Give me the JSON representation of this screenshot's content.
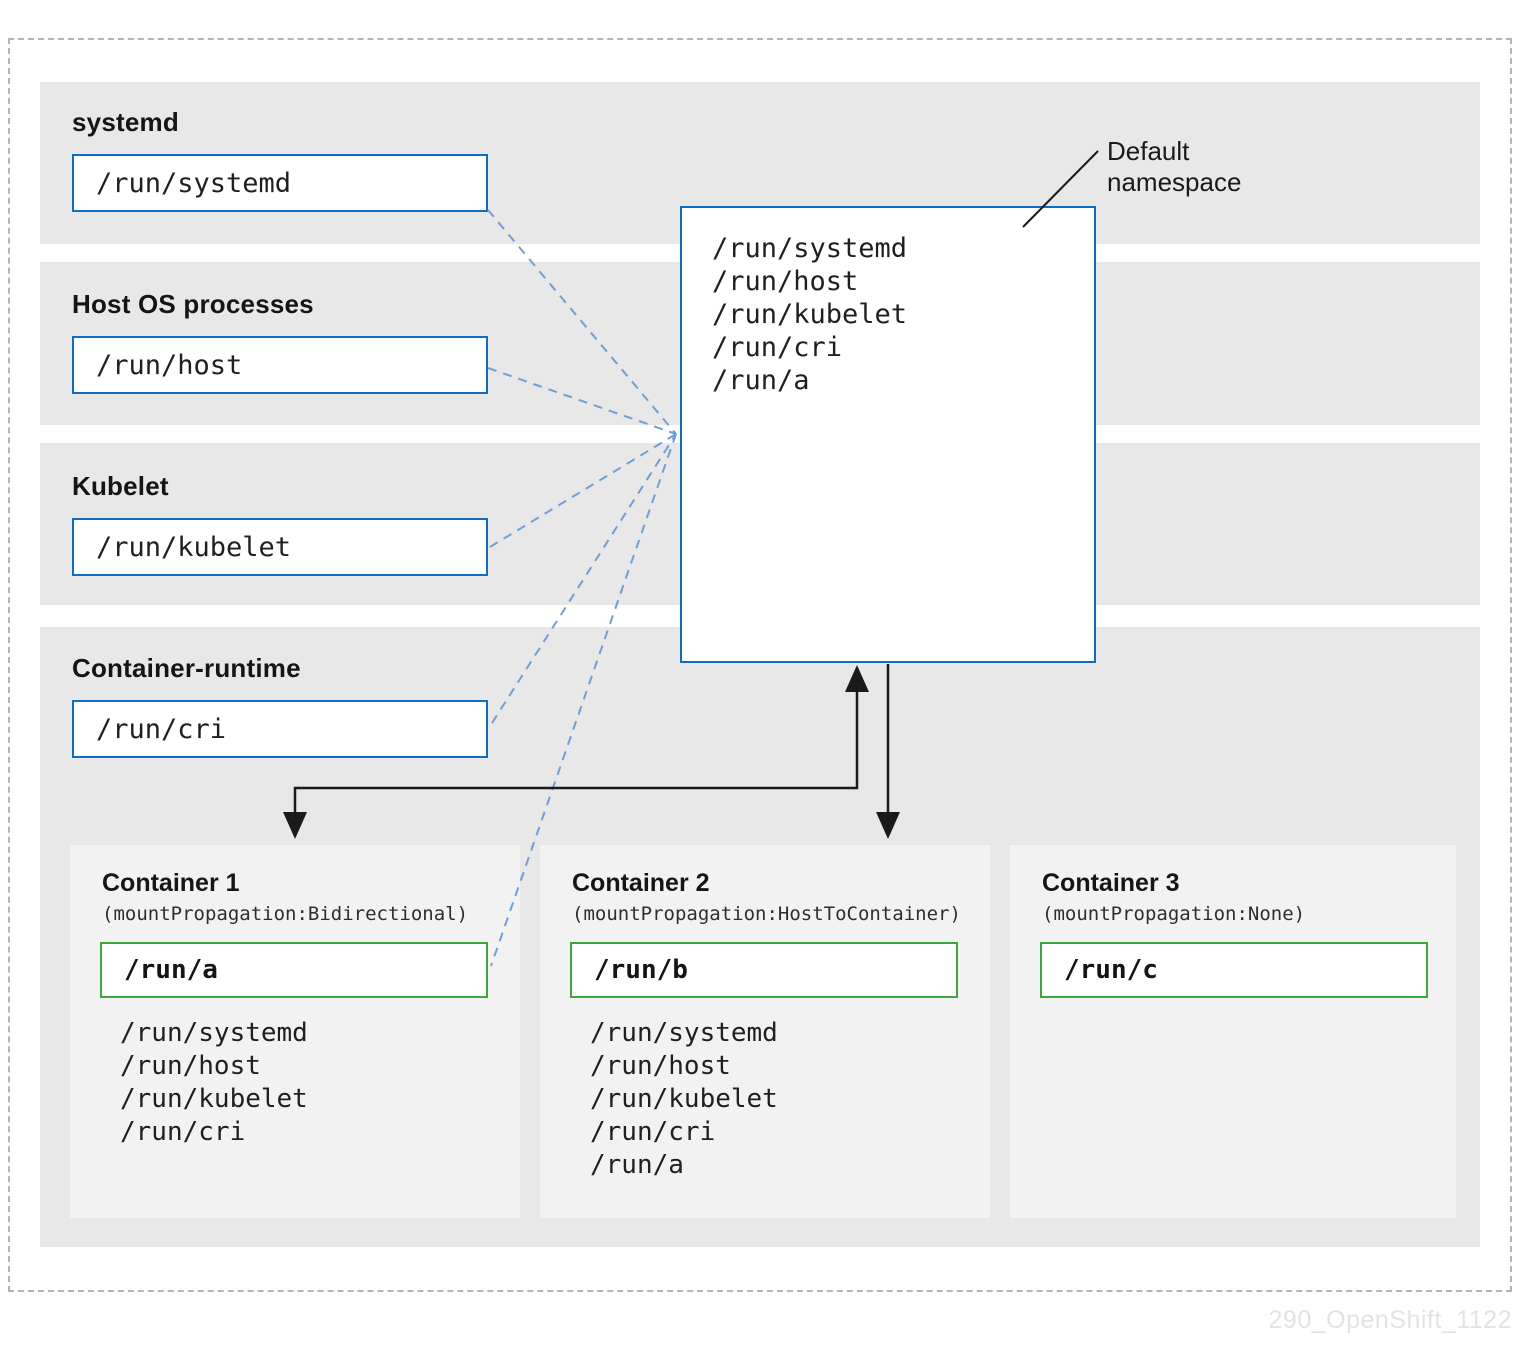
{
  "watermark": "290_OpenShift_1122",
  "annotation": {
    "line1": "Default",
    "line2": "namespace"
  },
  "namespace_box": {
    "mounts": [
      "/run/systemd",
      "/run/host",
      "/run/kubelet",
      "/run/cri",
      "/run/a"
    ]
  },
  "sections": [
    {
      "title": "systemd",
      "mount": "/run/systemd"
    },
    {
      "title": "Host OS processes",
      "mount": "/run/host"
    },
    {
      "title": "Kubelet",
      "mount": "/run/kubelet"
    },
    {
      "title": "Container-runtime",
      "mount": "/run/cri"
    }
  ],
  "containers": [
    {
      "title": "Container 1",
      "propagation": "(mountPropagation:Bidirectional)",
      "volume": "/run/a",
      "mounts": [
        "/run/systemd",
        "/run/host",
        "/run/kubelet",
        "/run/cri"
      ]
    },
    {
      "title": "Container 2",
      "propagation": "(mountPropagation:HostToContainer)",
      "volume": "/run/b",
      "mounts": [
        "/run/systemd",
        "/run/host",
        "/run/kubelet",
        "/run/cri",
        "/run/a"
      ]
    },
    {
      "title": "Container 3",
      "propagation": "(mountPropagation:None)",
      "volume": "/run/c",
      "mounts": []
    }
  ],
  "colors": {
    "band": "#e8e8e8",
    "card": "#f2f2f2",
    "blue_border": "#0d6dc8",
    "green_border": "#3da639",
    "dashed_link": "#6f9ed9",
    "arrow": "#1a1a1a",
    "text": "#151515",
    "mono_text": "#1f1f1f",
    "watermark": "#e3e3e5",
    "frame_border": "#b5b5b5"
  }
}
